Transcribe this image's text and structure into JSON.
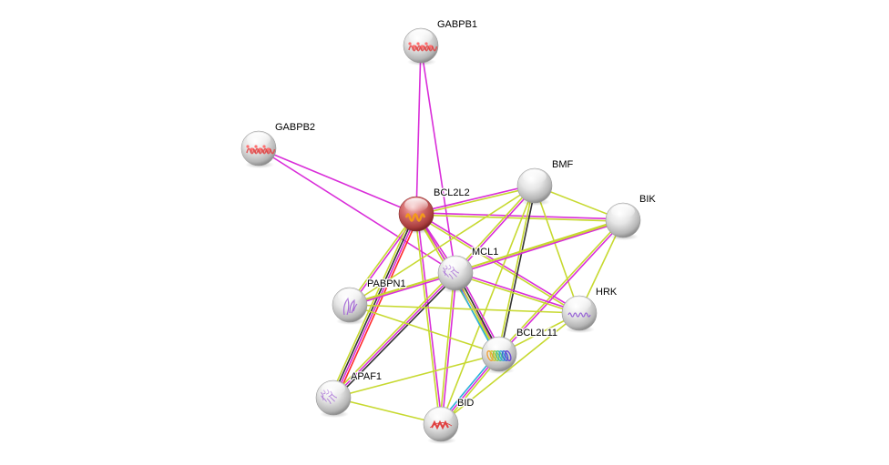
{
  "title": "STRING protein interaction network",
  "edge_colors": {
    "experiments": "#d92ed9",
    "textmining": "#c7d930",
    "coexpression": "#333333",
    "fusion": "#ff2a2a",
    "databases": "#2bb0d9",
    "cooccurrence": "#2a3ff0"
  },
  "nodes": [
    {
      "id": "GABPB1",
      "label": "GABPB1",
      "query": false,
      "structure": "red-helices",
      "color": "#e8e8e8"
    },
    {
      "id": "GABPB2",
      "label": "GABPB2",
      "query": false,
      "structure": "red-helices",
      "color": "#e8e8e8"
    },
    {
      "id": "BCL2L2",
      "label": "BCL2L2",
      "query": true,
      "structure": "orange-helix",
      "color": "#d96b6b"
    },
    {
      "id": "BMF",
      "label": "BMF",
      "query": false,
      "structure": "none",
      "color": "#e8e8e8"
    },
    {
      "id": "BIK",
      "label": "BIK",
      "query": false,
      "structure": "none",
      "color": "#e8e8e8"
    },
    {
      "id": "MCL1",
      "label": "MCL1",
      "query": false,
      "structure": "purple-globular",
      "color": "#e8e8e8"
    },
    {
      "id": "PABPN1",
      "label": "PABPN1",
      "query": false,
      "structure": "purple-sheet",
      "color": "#e8e8e8"
    },
    {
      "id": "HRK",
      "label": "HRK",
      "query": false,
      "structure": "purple-helix",
      "color": "#e8e8e8"
    },
    {
      "id": "BCL2L11",
      "label": "BCL2L11",
      "query": false,
      "structure": "rainbow-helix",
      "color": "#e8e8e8"
    },
    {
      "id": "APAF1",
      "label": "APAF1",
      "query": false,
      "structure": "purple-globular",
      "color": "#e8e8e8"
    },
    {
      "id": "BID",
      "label": "BID",
      "query": false,
      "structure": "red-helix",
      "color": "#e8e8e8"
    }
  ],
  "edges": [
    {
      "a": "GABPB1",
      "b": "BCL2L2",
      "types": [
        "experiments"
      ]
    },
    {
      "a": "GABPB1",
      "b": "MCL1",
      "types": [
        "experiments"
      ]
    },
    {
      "a": "GABPB2",
      "b": "BCL2L2",
      "types": [
        "experiments"
      ]
    },
    {
      "a": "GABPB2",
      "b": "MCL1",
      "types": [
        "experiments"
      ]
    },
    {
      "a": "BCL2L2",
      "b": "BMF",
      "types": [
        "experiments",
        "textmining"
      ]
    },
    {
      "a": "BCL2L2",
      "b": "BIK",
      "types": [
        "experiments",
        "textmining"
      ]
    },
    {
      "a": "BCL2L2",
      "b": "MCL1",
      "types": [
        "experiments",
        "textmining"
      ]
    },
    {
      "a": "BCL2L2",
      "b": "PABPN1",
      "types": [
        "experiments",
        "textmining"
      ]
    },
    {
      "a": "BCL2L2",
      "b": "HRK",
      "types": [
        "experiments",
        "textmining"
      ]
    },
    {
      "a": "BCL2L2",
      "b": "BCL2L11",
      "types": [
        "experiments",
        "textmining"
      ]
    },
    {
      "a": "BCL2L2",
      "b": "APAF1",
      "types": [
        "fusion",
        "experiments",
        "coexpression",
        "textmining"
      ]
    },
    {
      "a": "BCL2L2",
      "b": "BID",
      "types": [
        "experiments",
        "textmining"
      ]
    },
    {
      "a": "BMF",
      "b": "BIK",
      "types": [
        "textmining"
      ]
    },
    {
      "a": "BMF",
      "b": "MCL1",
      "types": [
        "experiments",
        "textmining"
      ]
    },
    {
      "a": "BMF",
      "b": "PABPN1",
      "types": [
        "textmining"
      ]
    },
    {
      "a": "BMF",
      "b": "HRK",
      "types": [
        "textmining"
      ]
    },
    {
      "a": "BMF",
      "b": "BCL2L11",
      "types": [
        "coexpression",
        "textmining"
      ]
    },
    {
      "a": "BMF",
      "b": "BID",
      "types": [
        "textmining"
      ]
    },
    {
      "a": "BIK",
      "b": "MCL1",
      "types": [
        "experiments",
        "textmining"
      ]
    },
    {
      "a": "BIK",
      "b": "HRK",
      "types": [
        "textmining"
      ]
    },
    {
      "a": "BIK",
      "b": "BCL2L11",
      "types": [
        "experiments",
        "textmining"
      ]
    },
    {
      "a": "BIK",
      "b": "PABPN1",
      "types": [
        "textmining"
      ]
    },
    {
      "a": "MCL1",
      "b": "PABPN1",
      "types": [
        "experiments",
        "textmining"
      ]
    },
    {
      "a": "MCL1",
      "b": "HRK",
      "types": [
        "experiments",
        "textmining"
      ]
    },
    {
      "a": "MCL1",
      "b": "BCL2L11",
      "types": [
        "experiments",
        "coexpression",
        "textmining",
        "databases"
      ]
    },
    {
      "a": "MCL1",
      "b": "APAF1",
      "types": [
        "coexpression",
        "experiments",
        "textmining"
      ]
    },
    {
      "a": "MCL1",
      "b": "BID",
      "types": [
        "experiments",
        "textmining"
      ]
    },
    {
      "a": "PABPN1",
      "b": "HRK",
      "types": [
        "textmining"
      ]
    },
    {
      "a": "PABPN1",
      "b": "BCL2L11",
      "types": [
        "textmining"
      ]
    },
    {
      "a": "HRK",
      "b": "BCL2L11",
      "types": [
        "textmining"
      ]
    },
    {
      "a": "HRK",
      "b": "BID",
      "types": [
        "textmining"
      ]
    },
    {
      "a": "BCL2L11",
      "b": "BID",
      "types": [
        "textmining",
        "experiments",
        "databases"
      ]
    },
    {
      "a": "BCL2L11",
      "b": "APAF1",
      "types": [
        "textmining"
      ]
    },
    {
      "a": "APAF1",
      "b": "BID",
      "types": [
        "textmining"
      ]
    }
  ]
}
